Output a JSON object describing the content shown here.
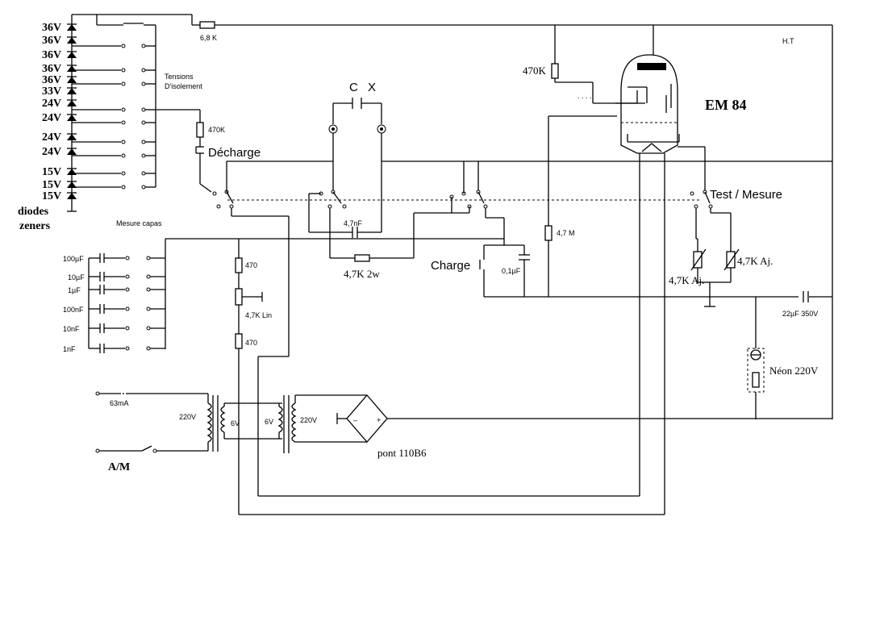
{
  "zener_voltages": [
    "36V",
    "36V",
    "36V",
    "36V",
    "36V",
    "33V",
    "24V",
    "24V",
    "24V",
    "24V",
    "15V",
    "15V",
    "15V"
  ],
  "labels": {
    "diodes": "diodes",
    "zeners": "zeners",
    "tensions1": "Tensions",
    "tensions2": "D'isolement",
    "r_68k": "6,8 K",
    "r_470k_left": "470K",
    "decharge": "Décharge",
    "mesure_capas": "Mesure capas",
    "cx": "C X",
    "c_47nf": "4,7nF",
    "r_47k_2w": "4,7K 2w",
    "charge": "Charge",
    "c_01uf": "0,1µF",
    "r_47m": "4,7 M",
    "r_470k_top": "470K",
    "tube": "EM 84",
    "ht": "H.T",
    "test_mesure": "Test / Mesure",
    "aj1": "4,7K Aj.",
    "aj2": "4,7K Aj.",
    "c_22uf": "22µF 350V",
    "neon": "Néon 220V",
    "r_470a": "470",
    "pot": "4,7K Lin",
    "r_470b": "470",
    "fuse": "63mA",
    "tr1_pri": "220V",
    "tr1_sec": "6V",
    "tr2_pri": "6V",
    "tr2_sec": "220V",
    "bridge": "pont 110B6",
    "power": "A/M"
  },
  "cap_values": [
    "100µF",
    "10µF",
    "1µF",
    "100nF",
    "10nF",
    "1nF"
  ]
}
